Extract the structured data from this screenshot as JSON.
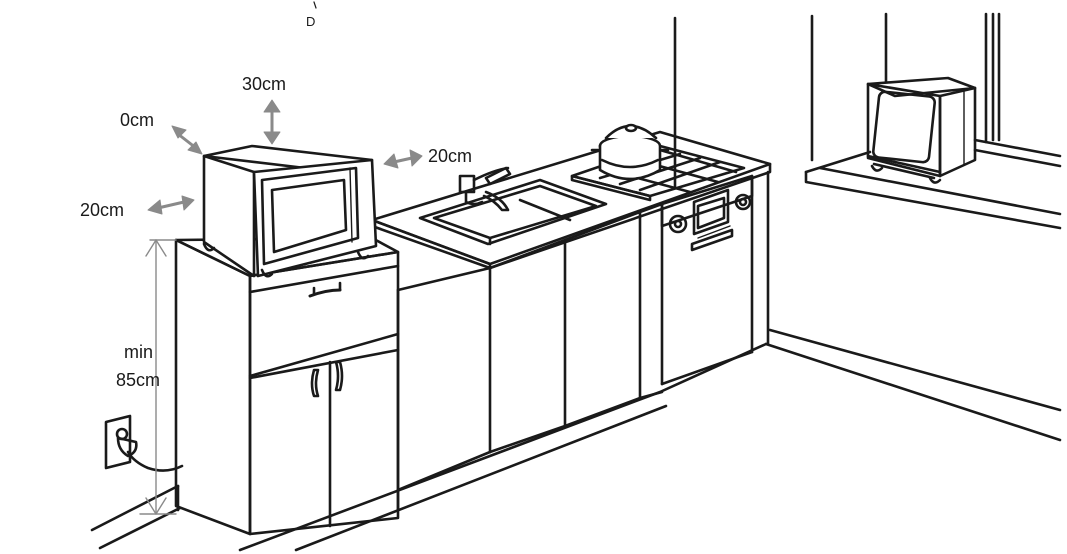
{
  "labels": {
    "top_mark": "D",
    "clearance_top": "30cm",
    "clearance_left_back": "0cm",
    "clearance_side_left": "20cm",
    "clearance_side_right": "20cm",
    "height_min": "min",
    "height_value": "85cm"
  },
  "colors": {
    "line": "#1a1a1a",
    "arrow": "#8a8a8a",
    "background": "#ffffff"
  }
}
